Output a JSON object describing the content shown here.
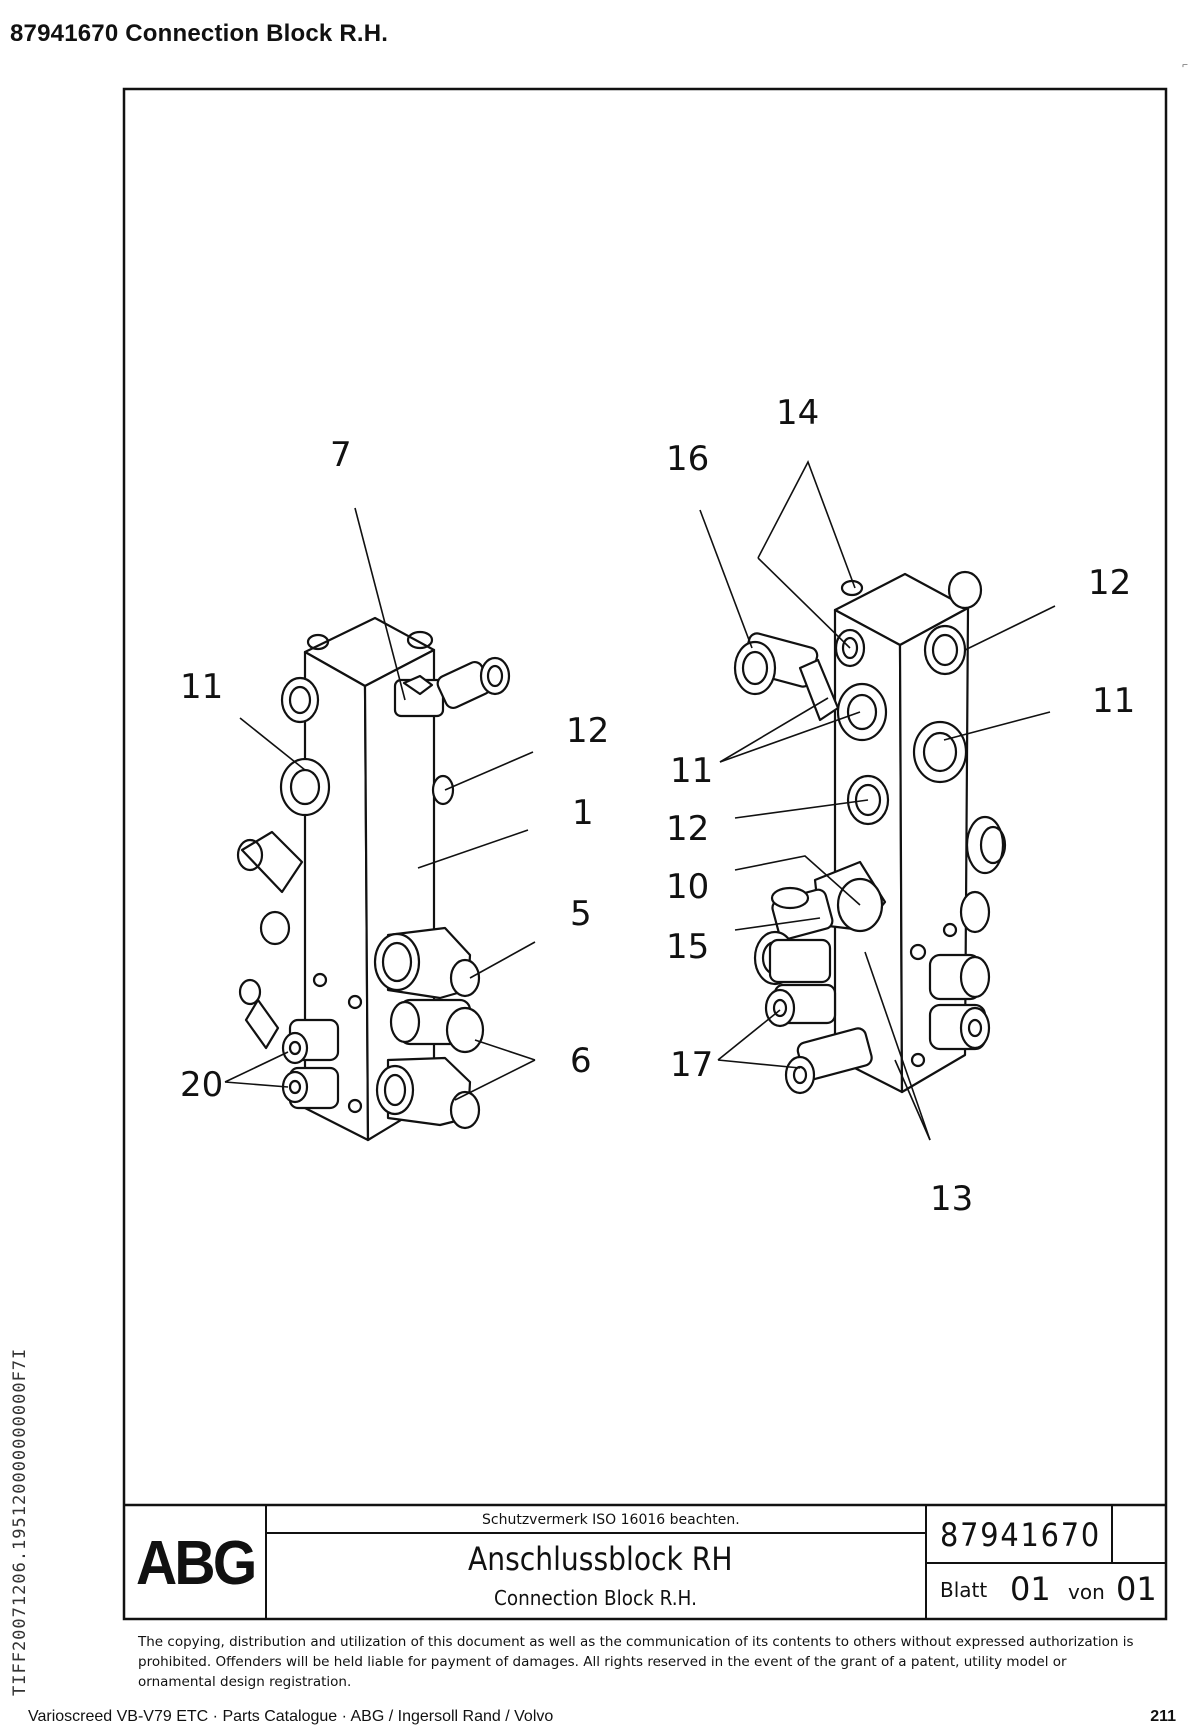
{
  "header": {
    "title": "87941670  Connection Block R.H."
  },
  "side_code": "TIFF20071206.195120000000000F7I",
  "drawing": {
    "callouts": {
      "c7": "7",
      "c11a": "11",
      "c12a": "12",
      "c1": "1",
      "c5": "5",
      "c6": "6",
      "c20": "20",
      "c14": "14",
      "c16": "16",
      "c12b": "12",
      "c11b": "11",
      "c11c": "11",
      "c12c": "12",
      "c10": "10",
      "c15": "15",
      "c17": "17",
      "c13": "13"
    }
  },
  "title_block": {
    "logo": "ABG",
    "notice": "Schutzvermerk ISO 16016 beachten.",
    "title_de": "Anschlussblock RH",
    "title_en": "Connection Block R.H.",
    "part_number": "87941670",
    "sheet_label": "Blatt",
    "sheet_num": "01",
    "of_label": "von",
    "sheet_total": "01"
  },
  "copyright": "The copying, distribution and utilization of this document as well as the communication of its contents to others without expressed authorization is prohibited. Offenders will be held liable for payment of damages. All rights reserved in the event of the grant of a patent, utility model or ornamental design registration.",
  "footer": {
    "left": "Varioscreed VB-V79 ETC  ·  Parts Catalogue  ·  ABG / Ingersoll Rand / Volvo",
    "page": "211"
  }
}
